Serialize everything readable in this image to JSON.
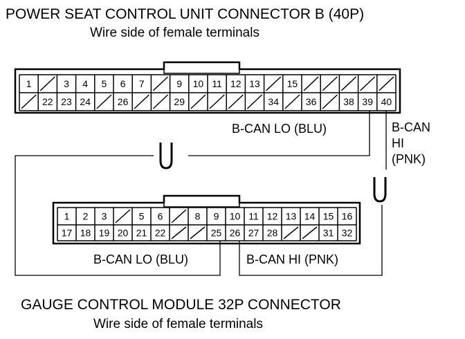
{
  "connector_b": {
    "title": "POWER SEAT CONTROL UNIT CONNECTOR B (40P)",
    "subtitle": "Wire side of female terminals",
    "row1": [
      "1",
      "",
      "3",
      "4",
      "5",
      "6",
      "7",
      "",
      "9",
      "10",
      "11",
      "12",
      "13",
      "",
      "15",
      "",
      "",
      "",
      "",
      ""
    ],
    "row2": [
      "",
      "22",
      "23",
      "24",
      "",
      "26",
      "",
      "",
      "29",
      "",
      "",
      "",
      "",
      "34",
      "",
      "36",
      "",
      "38",
      "39",
      "40"
    ]
  },
  "gauge": {
    "title": "GAUGE CONTROL MODULE 32P CONNECTOR",
    "subtitle": "Wire side of female terminals",
    "row1": [
      "1",
      "2",
      "3",
      "",
      "5",
      "6",
      "",
      "8",
      "9",
      "10",
      "11",
      "12",
      "13",
      "14",
      "15",
      "16"
    ],
    "row2": [
      "17",
      "18",
      "19",
      "20",
      "21",
      "22",
      "",
      "",
      "25",
      "26",
      "27",
      "28",
      "",
      "",
      "31",
      "32"
    ]
  },
  "labels": {
    "b_can_lo_upper": "B-CAN LO (BLU)",
    "b_can_hi_upper": [
      "B-CAN",
      "HI",
      "(PNK)"
    ],
    "b_can_lo_lower": "B-CAN LO (BLU)",
    "b_can_hi_lower": "B-CAN HI (PNK)"
  },
  "colors": {
    "line": "#000000",
    "background": "#ffffff"
  }
}
